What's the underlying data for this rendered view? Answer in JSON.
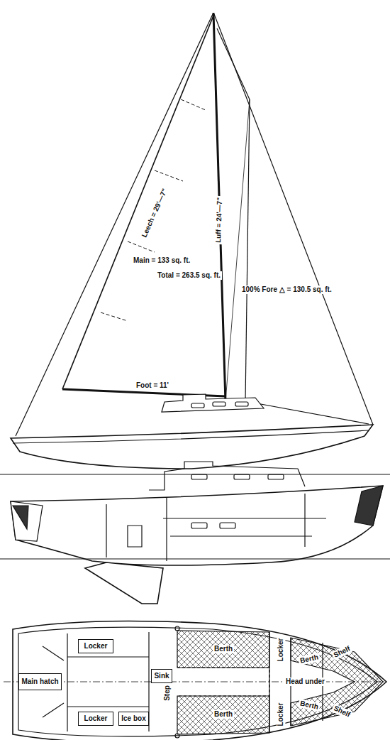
{
  "diagram": {
    "nodes": [
      {
        "text": [
          "Main hatch"
        ]
      },
      {
        "text": [
          "Locker"
        ]
      },
      {
        "text": [
          "Locker"
        ]
      },
      {
        "text": [
          "Ice box"
        ]
      },
      {
        "text": [
          "Sink"
        ]
      }
    ],
    "labels": [
      "Leech = 29'—7\"",
      "Luff = 24'—7\"",
      "Main = 133 sq. ft.",
      "Total = 263.5 sq. ft.",
      "100% Fore △ = 130.5 sq. ft.",
      "Foot = 11'",
      "Step",
      "Berth",
      "Berth",
      "Locker",
      "Locker",
      "Berth",
      "Berth",
      "Head under",
      "Shelf",
      "Shelf"
    ]
  }
}
